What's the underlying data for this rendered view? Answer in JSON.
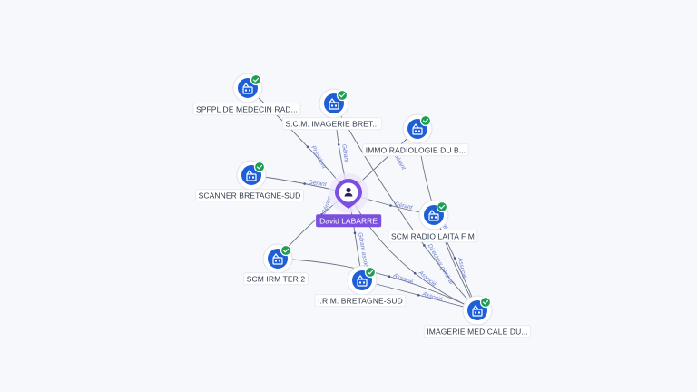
{
  "person": {
    "name": "David LABARRE",
    "icon": "person-icon"
  },
  "companies": [
    {
      "id": "spfpl",
      "label": "SPFPL DE MEDECIN RAD...",
      "icon": "building-icon",
      "verified": true
    },
    {
      "id": "scm-imagerie",
      "label": "S.C.M. IMAGERIE BRET...",
      "icon": "building-icon",
      "verified": true
    },
    {
      "id": "immo-radio",
      "label": "IMMO RADIOLOGIE DU B...",
      "icon": "building-icon",
      "verified": true
    },
    {
      "id": "scanner",
      "label": "SCANNER BRETAGNE-SUD",
      "icon": "building-icon",
      "verified": true
    },
    {
      "id": "laita",
      "label": "SCM RADIO LAITA F M",
      "icon": "building-icon",
      "verified": true
    },
    {
      "id": "irm-ter",
      "label": "SCM IRM TER 2",
      "icon": "building-icon",
      "verified": true
    },
    {
      "id": "irm-bretagne",
      "label": "I.R.M. BRETAGNE-SUD",
      "icon": "building-icon",
      "verified": true
    },
    {
      "id": "imagerie-medicale",
      "label": "IMAGERIE MEDICALE DU...",
      "icon": "building-icon",
      "verified": true
    }
  ],
  "edges": [
    {
      "from": "person",
      "to": "spfpl",
      "label": "Président"
    },
    {
      "from": "person",
      "to": "scm-imagerie",
      "label": "Gérant"
    },
    {
      "from": "person",
      "to": "immo-radio",
      "label": "Gérant"
    },
    {
      "from": "person",
      "to": "scanner",
      "label": "Gérant"
    },
    {
      "from": "person",
      "to": "laita",
      "label": "Gérant"
    },
    {
      "from": "person",
      "to": "irm-ter",
      "label": "Gérant"
    },
    {
      "from": "person",
      "to": "irm-bretagne",
      "label": "Gérant associé"
    },
    {
      "from": "person",
      "to": "imagerie-medicale",
      "label": "Associé"
    },
    {
      "from": "immo-radio",
      "to": "imagerie-medicale",
      "label": "Associé"
    },
    {
      "from": "laita",
      "to": "imagerie-medicale",
      "label": "Associé"
    },
    {
      "from": "scm-imagerie",
      "to": "imagerie-medicale",
      "label": "Directeur général"
    },
    {
      "from": "irm-ter",
      "to": "imagerie-medicale",
      "label": "Associé"
    },
    {
      "from": "irm-bretagne",
      "to": "imagerie-medicale",
      "label": "Associé"
    }
  ],
  "colors": {
    "person": "#7b4fe0",
    "building": "#1e5fd8",
    "verified": "#1f9d55",
    "edge": "#6b7386",
    "edge_label": "#6a7bd0"
  }
}
